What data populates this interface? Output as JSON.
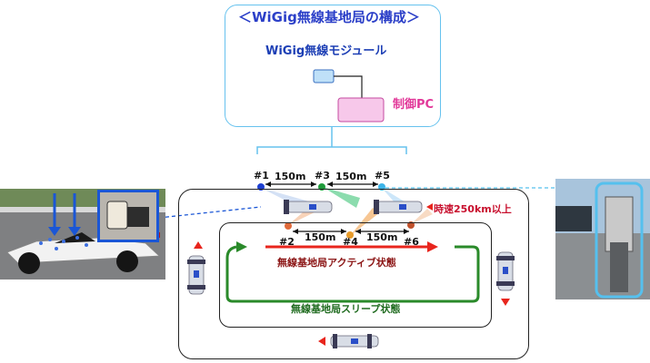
{
  "config": {
    "title": "＜WiGig無線基地局の構成＞",
    "module_label": "WiGig無線モジュール",
    "pc_label": "制御PC"
  },
  "stations": {
    "top": [
      "#1",
      "#3",
      "#5"
    ],
    "bottom": [
      "#2",
      "#4",
      "#6"
    ]
  },
  "distances": {
    "top": [
      "150m",
      "150m"
    ],
    "bottom": [
      "150m",
      "150m"
    ]
  },
  "labels": {
    "speed": "時速250km以上",
    "active_state": "無線基地局アクティブ状態",
    "sleep_state": "無線基地局スリープ状態"
  },
  "colors": {
    "frame_blue": "#66c2ee",
    "module_fill": "#bfe0f8",
    "pc_fill": "#f7c8ea",
    "active_arrow": "#e8251d",
    "sleep_arrow": "#2a8a2a",
    "zoom_blue": "#1a56d6"
  }
}
